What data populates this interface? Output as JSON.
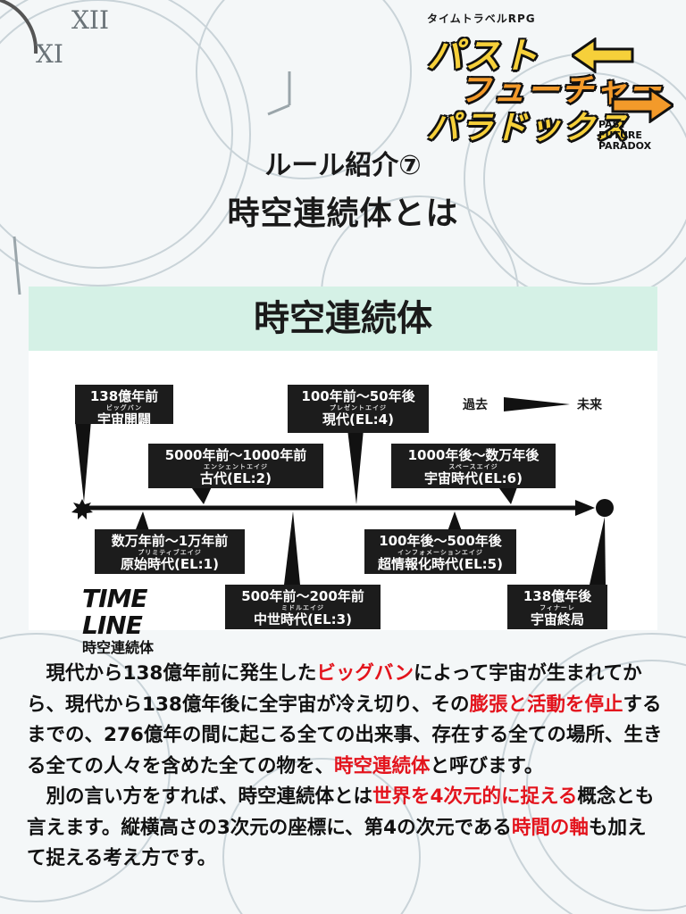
{
  "logo": {
    "tagline": "タイムトラベルRPG",
    "line1": "パスト",
    "line2": "フューチャー",
    "line3": "パラドックス",
    "subtitle": "PAST FUTURE PARADOX"
  },
  "header": {
    "rule_label": "ルール紹介⑦",
    "title": "時空連続体とは"
  },
  "banner": {
    "title": "時空連続体"
  },
  "timeline": {
    "legend": {
      "past": "過去",
      "future": "未来"
    },
    "logo_text": "TIME LINE",
    "logo_sub": "時空連続体",
    "events": [
      {
        "top": "138億年前",
        "ruby": "ビッグバン",
        "bottom": "宇宙開闢"
      },
      {
        "top": "数万年前〜1万年前",
        "ruby": "プリミティブエイジ",
        "bottom": "原始時代(EL:1)"
      },
      {
        "top": "5000年前〜1000年前",
        "ruby": "エンシェントエイジ",
        "bottom": "古代(EL:2)"
      },
      {
        "top": "500年前〜200年前",
        "ruby": "ミドルエイジ",
        "bottom": "中世時代(EL:3)"
      },
      {
        "top": "100年前〜50年後",
        "ruby": "プレゼントエイジ",
        "bottom": "現代(EL:4)"
      },
      {
        "top": "100年後〜500年後",
        "ruby": "インフォメーションエイジ",
        "bottom": "超情報化時代(EL:5)"
      },
      {
        "top": "1000年後〜数万年後",
        "ruby": "スペースエイジ",
        "bottom": "宇宙時代(EL:6)"
      },
      {
        "top": "138億年後",
        "ruby": "フィナーレ",
        "bottom": "宇宙終局"
      }
    ]
  },
  "body": {
    "p1": [
      {
        "t": "現代から138億年前に発生した",
        "red": false
      },
      {
        "t": "ビッグバン",
        "red": true
      },
      {
        "t": "によって宇宙が生まれてから、現代から138億年後に全宇宙が冷え切り、その",
        "red": false
      },
      {
        "t": "膨張と活動を停止",
        "red": true
      },
      {
        "t": "するまでの、276億年の間に起こる全ての出来事、存在する全ての場所、生きる全ての人々を含めた全ての物を、",
        "red": false
      },
      {
        "t": "時空連続体",
        "red": true
      },
      {
        "t": "と呼びます。",
        "red": false
      }
    ],
    "p2": [
      {
        "t": "別の言い方をすれば、時空連続体とは",
        "red": false
      },
      {
        "t": "世界を4次元的に捉える",
        "red": true
      },
      {
        "t": "概念とも言えます。縦横高さの3次元の座標に、第4の次元である",
        "red": false
      },
      {
        "t": "時間の軸",
        "red": true
      },
      {
        "t": "も加えて捉える考え方です。",
        "red": false
      }
    ]
  },
  "colors": {
    "accent_red": "#e3141d",
    "banner_bg": "#d5f1e6",
    "box_bg": "#1c1c1c",
    "logo_yellow": "#f6d03a",
    "logo_orange": "#f39a2a"
  }
}
